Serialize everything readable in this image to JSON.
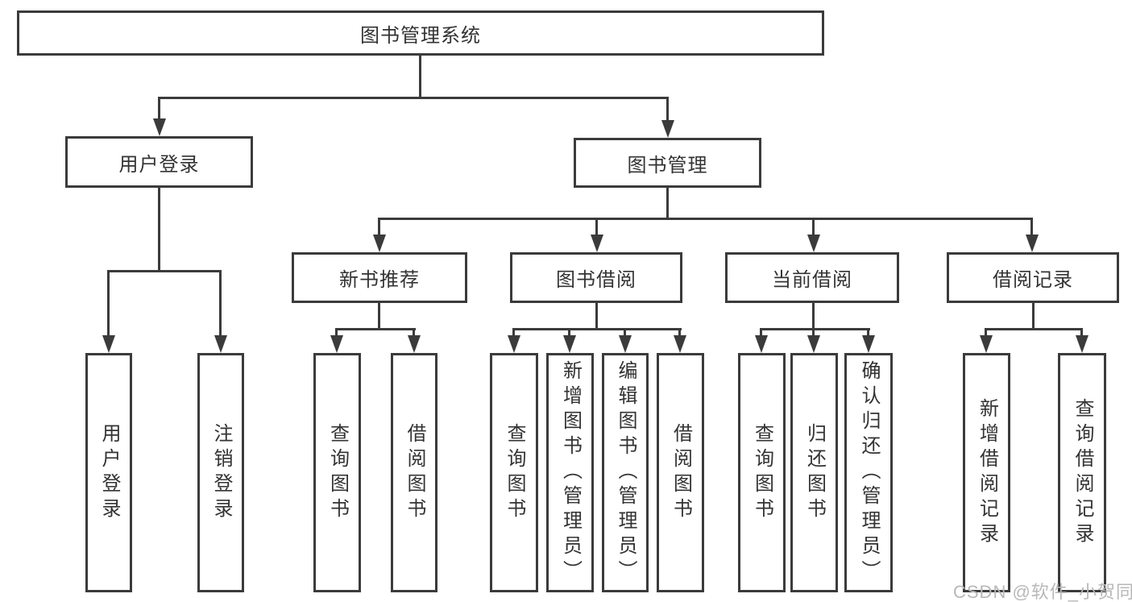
{
  "diagram": {
    "root": {
      "label": "图书管理系统"
    },
    "level2": [
      {
        "label": "用户登录",
        "children": [
          {
            "label": "用户登录"
          },
          {
            "label": "注销登录"
          }
        ]
      },
      {
        "label": "图书管理",
        "children": [
          {
            "label": "新书推荐",
            "children": [
              {
                "label": "查询图书"
              },
              {
                "label": "借阅图书"
              }
            ]
          },
          {
            "label": "图书借阅",
            "children": [
              {
                "label": "查询图书"
              },
              {
                "label": "新增图书（管理员）"
              },
              {
                "label": "编辑图书（管理员）"
              },
              {
                "label": "借阅图书"
              }
            ]
          },
          {
            "label": "当前借阅",
            "children": [
              {
                "label": "查询图书"
              },
              {
                "label": "归还图书"
              },
              {
                "label": "确认归还（管理员）"
              }
            ]
          },
          {
            "label": "借阅记录",
            "children": [
              {
                "label": "新增借阅记录"
              },
              {
                "label": "查询借阅记录"
              }
            ]
          }
        ]
      }
    ],
    "watermark": "CSDN @软件_小贺同学",
    "colors": {
      "line": "#3b3b3b",
      "text": "#333333",
      "watermark": "#b8b8b8",
      "node_background": "#ffffff"
    }
  }
}
